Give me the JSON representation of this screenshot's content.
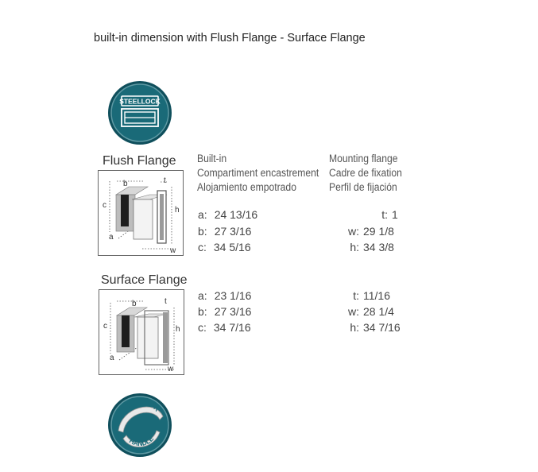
{
  "title": "built-in dimension with Flush Flange - Surface Flange",
  "badges": {
    "steellock": "STEELLOCK",
    "curved_top": "CURVED DOOR",
    "curved_bottom": "HANDLE"
  },
  "diagram_labels": {
    "a": "a",
    "b": "b",
    "c": "c",
    "h": "h",
    "t": "t",
    "w": "w"
  },
  "headers": {
    "builtin": [
      "Built-in",
      "Compartiment encastrement",
      "Alojamiento empotrado"
    ],
    "mounting": [
      "Mounting flange",
      "Cadre de fixation",
      "Perfil de fijación"
    ]
  },
  "flush": {
    "label": "Flush Flange",
    "left": [
      {
        "k": "a:",
        "v": "24  13/16"
      },
      {
        "k": "b:",
        "v": "27  3/16"
      },
      {
        "k": "c:",
        "v": "34  5/16"
      }
    ],
    "right": [
      {
        "k": "t:",
        "v": "1"
      },
      {
        "k": "w:",
        "v": "29  1/8"
      },
      {
        "k": "h:",
        "v": "34  3/8"
      }
    ]
  },
  "surface": {
    "label": "Surface Flange",
    "left": [
      {
        "k": "a:",
        "v": "23  1/16"
      },
      {
        "k": "b:",
        "v": "27  3/16"
      },
      {
        "k": "c:",
        "v": "34  7/16"
      }
    ],
    "right": [
      {
        "k": "t:",
        "v": "11/16"
      },
      {
        "k": "w:",
        "v": "28  1/4"
      },
      {
        "k": "h:",
        "v": "34  7/16"
      }
    ]
  },
  "colors": {
    "badge_teal": "#1a6a78",
    "badge_dark": "#0f4f5c",
    "text": "#444444"
  }
}
